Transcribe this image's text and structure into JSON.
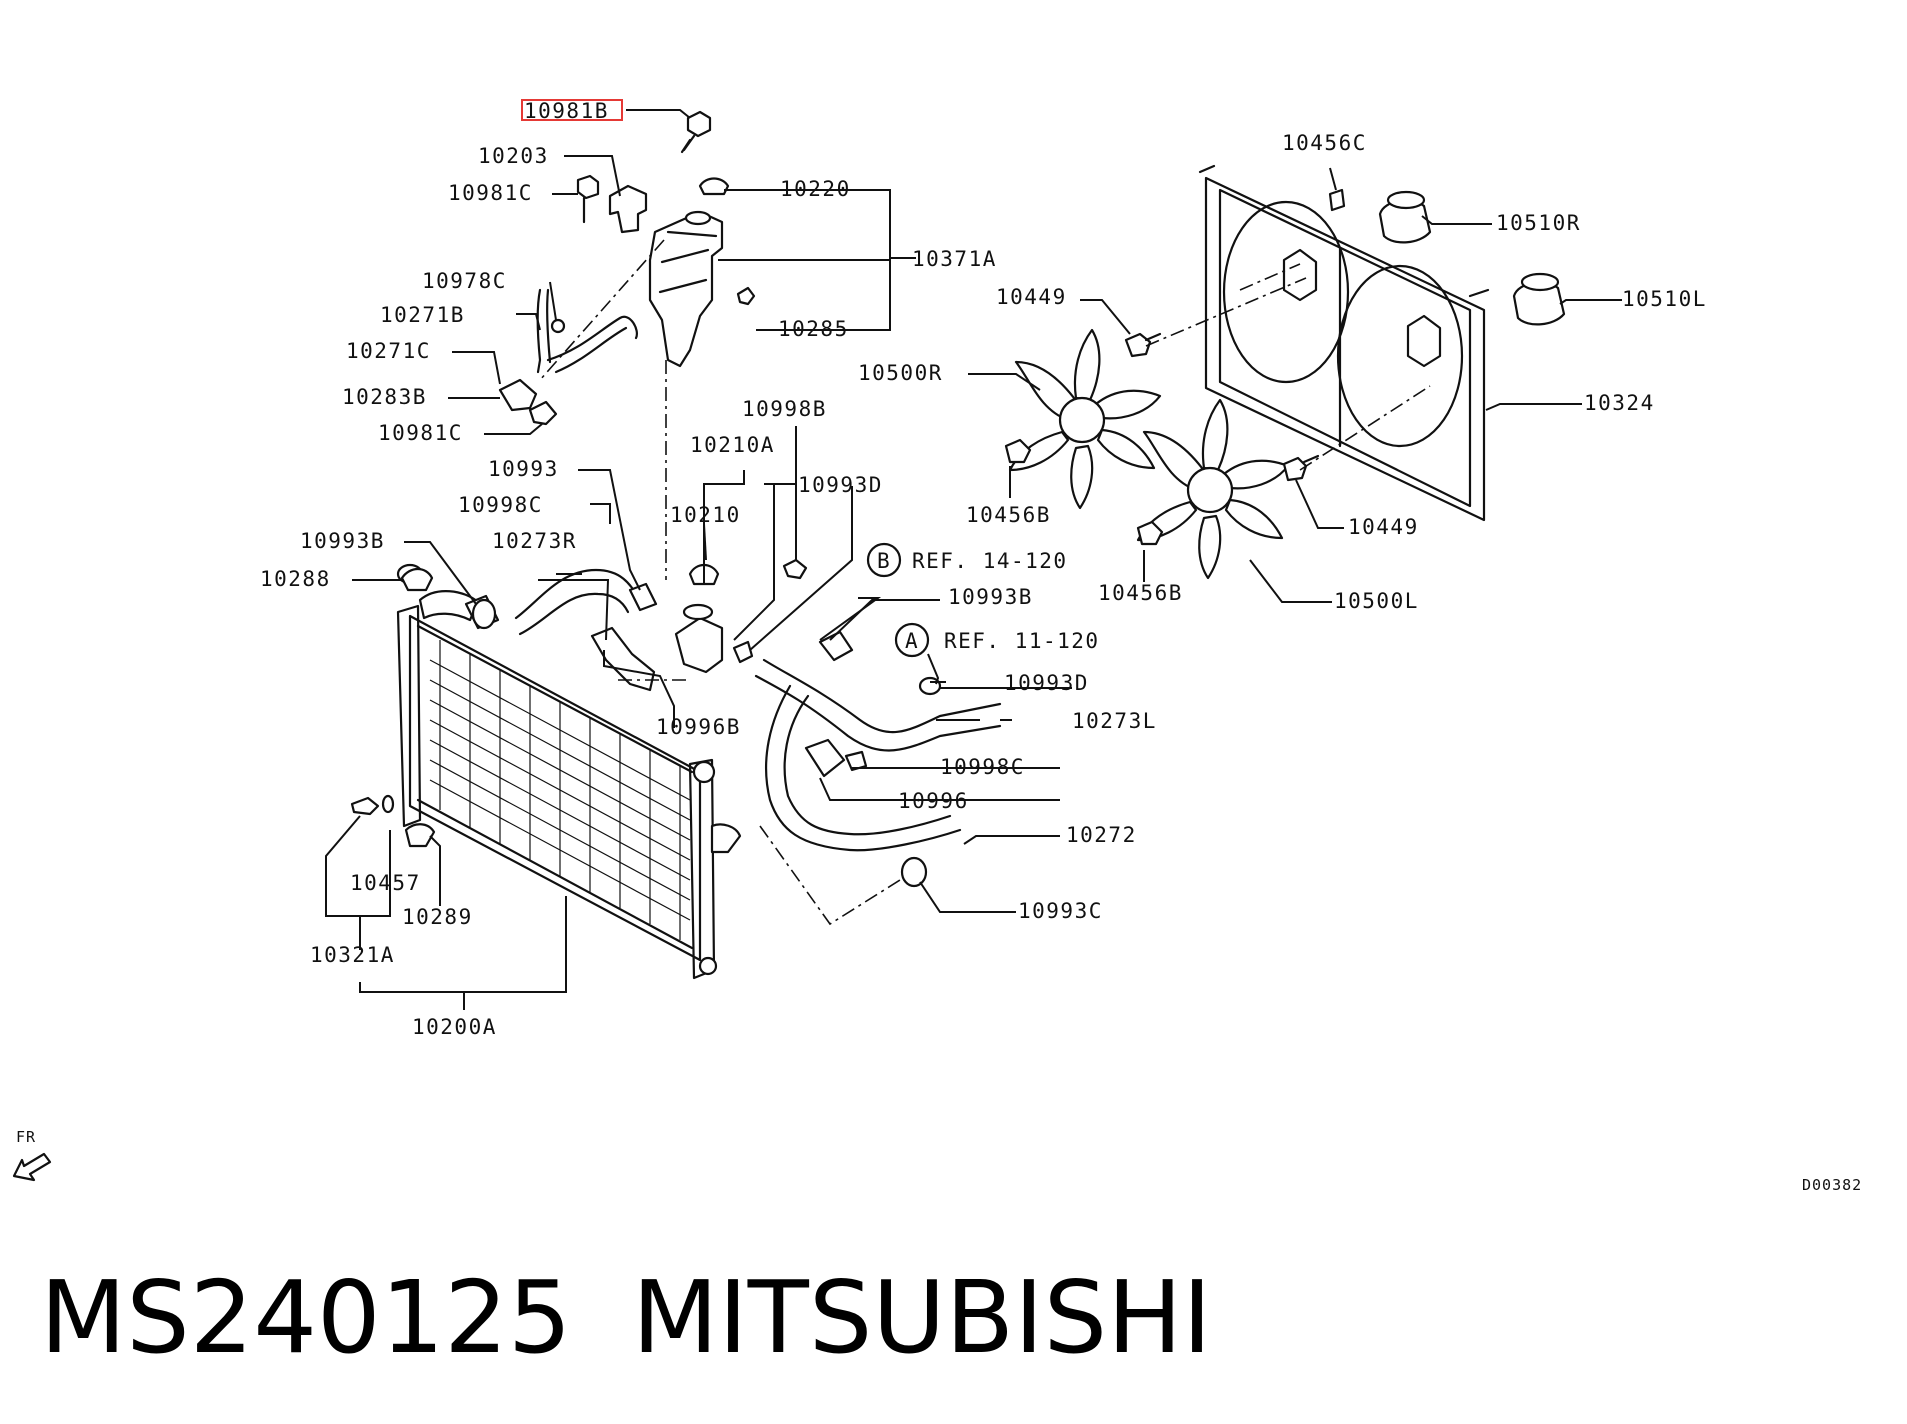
{
  "labels": {
    "p10981B": "10981B",
    "p10203": "10203",
    "p10981C_top": "10981C",
    "p10220": "10220",
    "p10371A": "10371A",
    "p10978C": "10978C",
    "p10271B": "10271B",
    "p10285": "10285",
    "p10271C": "10271C",
    "p10283B": "10283B",
    "p10981C_mid": "10981C",
    "p10998B": "10998B",
    "p10210A": "10210A",
    "p10993": "10993",
    "p10998C_left": "10998C",
    "p10210": "10210",
    "p10993D_top": "10993D",
    "p10993B_left": "10993B",
    "p10273R": "10273R",
    "p10288": "10288",
    "p10993B_right": "10993B",
    "p10996B": "10996B",
    "p10993D_mid": "10993D",
    "p10273L": "10273L",
    "p10998C_right": "10998C",
    "p10996": "10996",
    "p10272": "10272",
    "p10993C": "10993C",
    "p10457": "10457",
    "p10289": "10289",
    "p10321A": "10321A",
    "p10200A": "10200A",
    "p10456C": "10456C",
    "p10510R": "10510R",
    "p10510L": "10510L",
    "p10449_top": "10449",
    "p10500R": "10500R",
    "p10324": "10324",
    "p10456B_left": "10456B",
    "p10449_bottom": "10449",
    "p10456B_right": "10456B",
    "p10500L": "10500L"
  },
  "references": {
    "ref_b_circle": "B",
    "ref_b_text": "REF. 14-120",
    "ref_a_circle": "A",
    "ref_a_text": "REF. 11-120"
  },
  "direction_marker": "FR",
  "diagram_code": "D00382",
  "caption": {
    "part_number": "MS240125",
    "brand": "MITSUBISHI"
  },
  "highlighted_label": "10981B",
  "colors": {
    "highlight": "#e53935",
    "ink": "#111111"
  }
}
